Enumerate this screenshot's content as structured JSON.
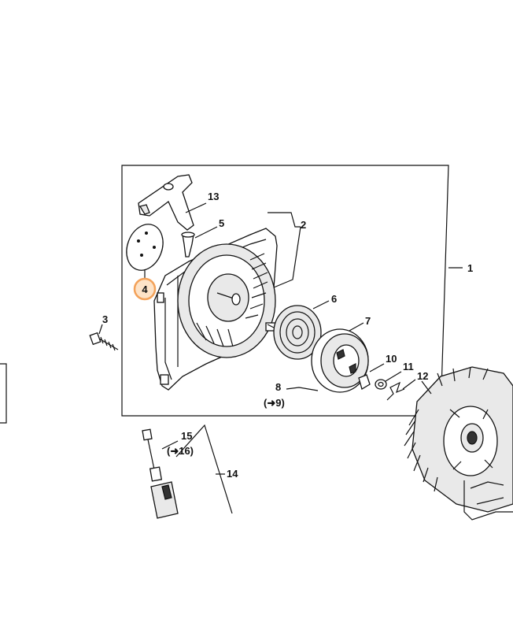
{
  "callouts": {
    "p1": "1",
    "p2": "2",
    "p3": "3",
    "p4": "4",
    "p5": "5",
    "p6": "6",
    "p7": "7",
    "p8": "8",
    "p8_ref": "(➜9)",
    "p10": "10",
    "p11": "11",
    "p12": "12",
    "p13": "13",
    "p14": "14",
    "p15": "15",
    "p15_ref": "(➜16)"
  },
  "highlight": {
    "part": "4",
    "color": "#f3a25a",
    "fill": "#fde3c8"
  }
}
